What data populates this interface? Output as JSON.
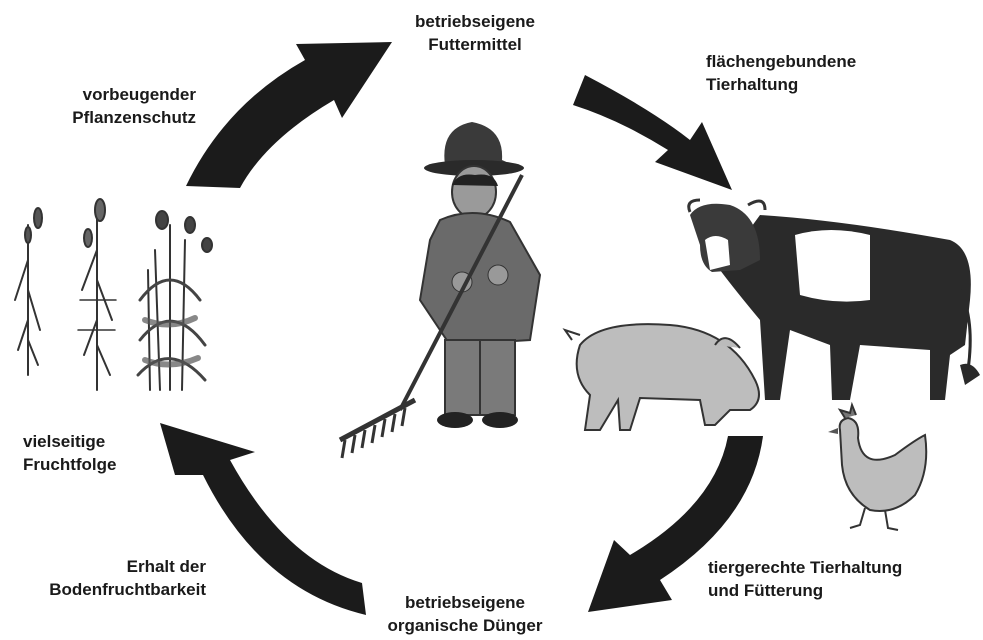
{
  "colors": {
    "arrow": "#1b1b1b",
    "ink": "#222222",
    "background": "#ffffff"
  },
  "labels": {
    "top": [
      "betriebseigene",
      "Futtermittel"
    ],
    "top_right": [
      "flächengebundene",
      "Tierhaltung"
    ],
    "bottom_right": [
      "tiergerechte Tierhaltung",
      "und Fütterung"
    ],
    "bottom": [
      "betriebseigene",
      "organische Dünger"
    ],
    "bottom_left": [
      "Erhalt der",
      "Bodenfruchtbarkeit"
    ],
    "left": [
      "vielseitige",
      "Fruchtfolge"
    ],
    "top_left": [
      "vorbeugender",
      "Pflanzenschutz"
    ]
  },
  "illustrations": [
    "farmer-with-rake",
    "cow",
    "pig",
    "chicken",
    "crop-plants"
  ],
  "arrows": [
    "arrow-top-left",
    "arrow-top-right",
    "arrow-bottom-right",
    "arrow-bottom-left"
  ]
}
